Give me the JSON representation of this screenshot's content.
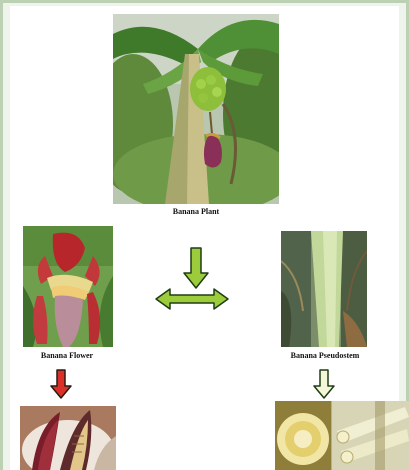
{
  "labels": {
    "plant": "Banana Plant",
    "flower": "Banana Flower",
    "pseudostem": "Banana Pseudostem"
  },
  "colors": {
    "green_arrow_fill": "#9ccc3c",
    "red_arrow_fill": "#d9302a",
    "pale_arrow_fill": "#f4f7d8",
    "arrow_outline": "#1e3d14",
    "frame_border": "#bcd0b4"
  },
  "images": {
    "plant_photo": "banana-plant-photo",
    "flower_photo": "banana-flower-photo",
    "pseudostem_photo": "banana-pseudostem-photo",
    "flower_bract_photo": "banana-flower-bracts-photo",
    "pseudostem_sections_photo": "banana-pseudostem-sections-photo"
  }
}
